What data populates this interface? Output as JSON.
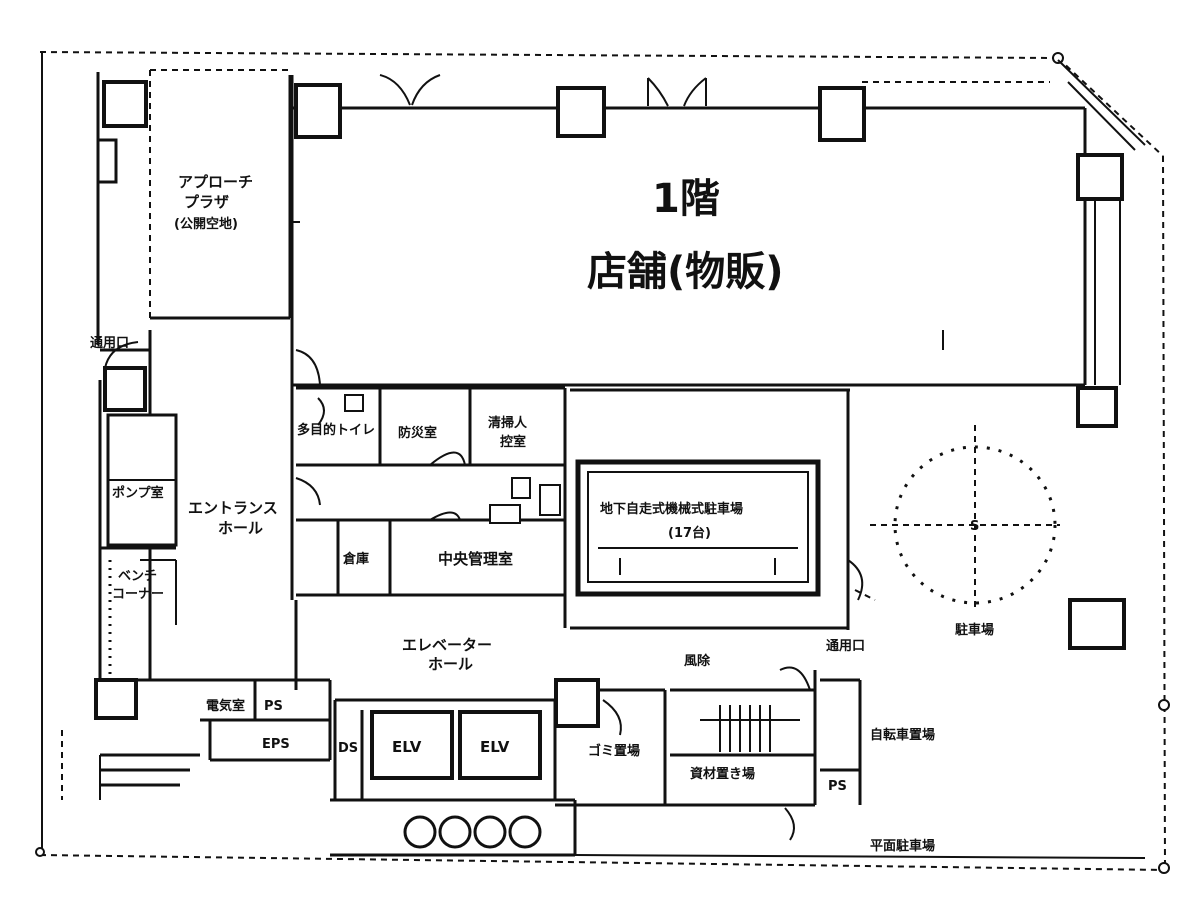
{
  "title": {
    "floor": "1階",
    "use": "店舗(物販)"
  },
  "rooms": {
    "approach_plaza_1": "アプローチ",
    "approach_plaza_2": "プラザ",
    "approach_plaza_3": "(公開空地)",
    "service_entrance_top": "通用口",
    "pump_room": "ポンプ室",
    "entrance_hall_1": "エントランス",
    "entrance_hall_2": "ホール",
    "bench_corner_1": "ベンチ",
    "bench_corner_2": "コーナー",
    "multipurpose_toilet": "多目的トイレ",
    "disaster_center": "防災室",
    "tenant_room_1": "清掃人",
    "tenant_room_2": "控室",
    "parking_system_1": "地下自走式機械式駐車場",
    "parking_system_2": "(17台)",
    "warehouse": "倉庫",
    "central_control": "中央管理室",
    "elevator_hall_1": "エレベーター",
    "elevator_hall_2": "ホール",
    "parking_lot": "駐車場",
    "windbreak": "風除",
    "service_entrance_right": "通用口",
    "power_room": "電気室",
    "ps_1": "PS",
    "eps": "EPS",
    "ds": "DS",
    "elv_1": "ELV",
    "elv_2": "ELV",
    "garbage_room": "ゴミ置場",
    "stock_room": "資材置き場",
    "bicycle_parking": "自転車置場",
    "ps_2": "PS",
    "flat_parking": "平面駐車場",
    "turntable_mark": "S"
  }
}
